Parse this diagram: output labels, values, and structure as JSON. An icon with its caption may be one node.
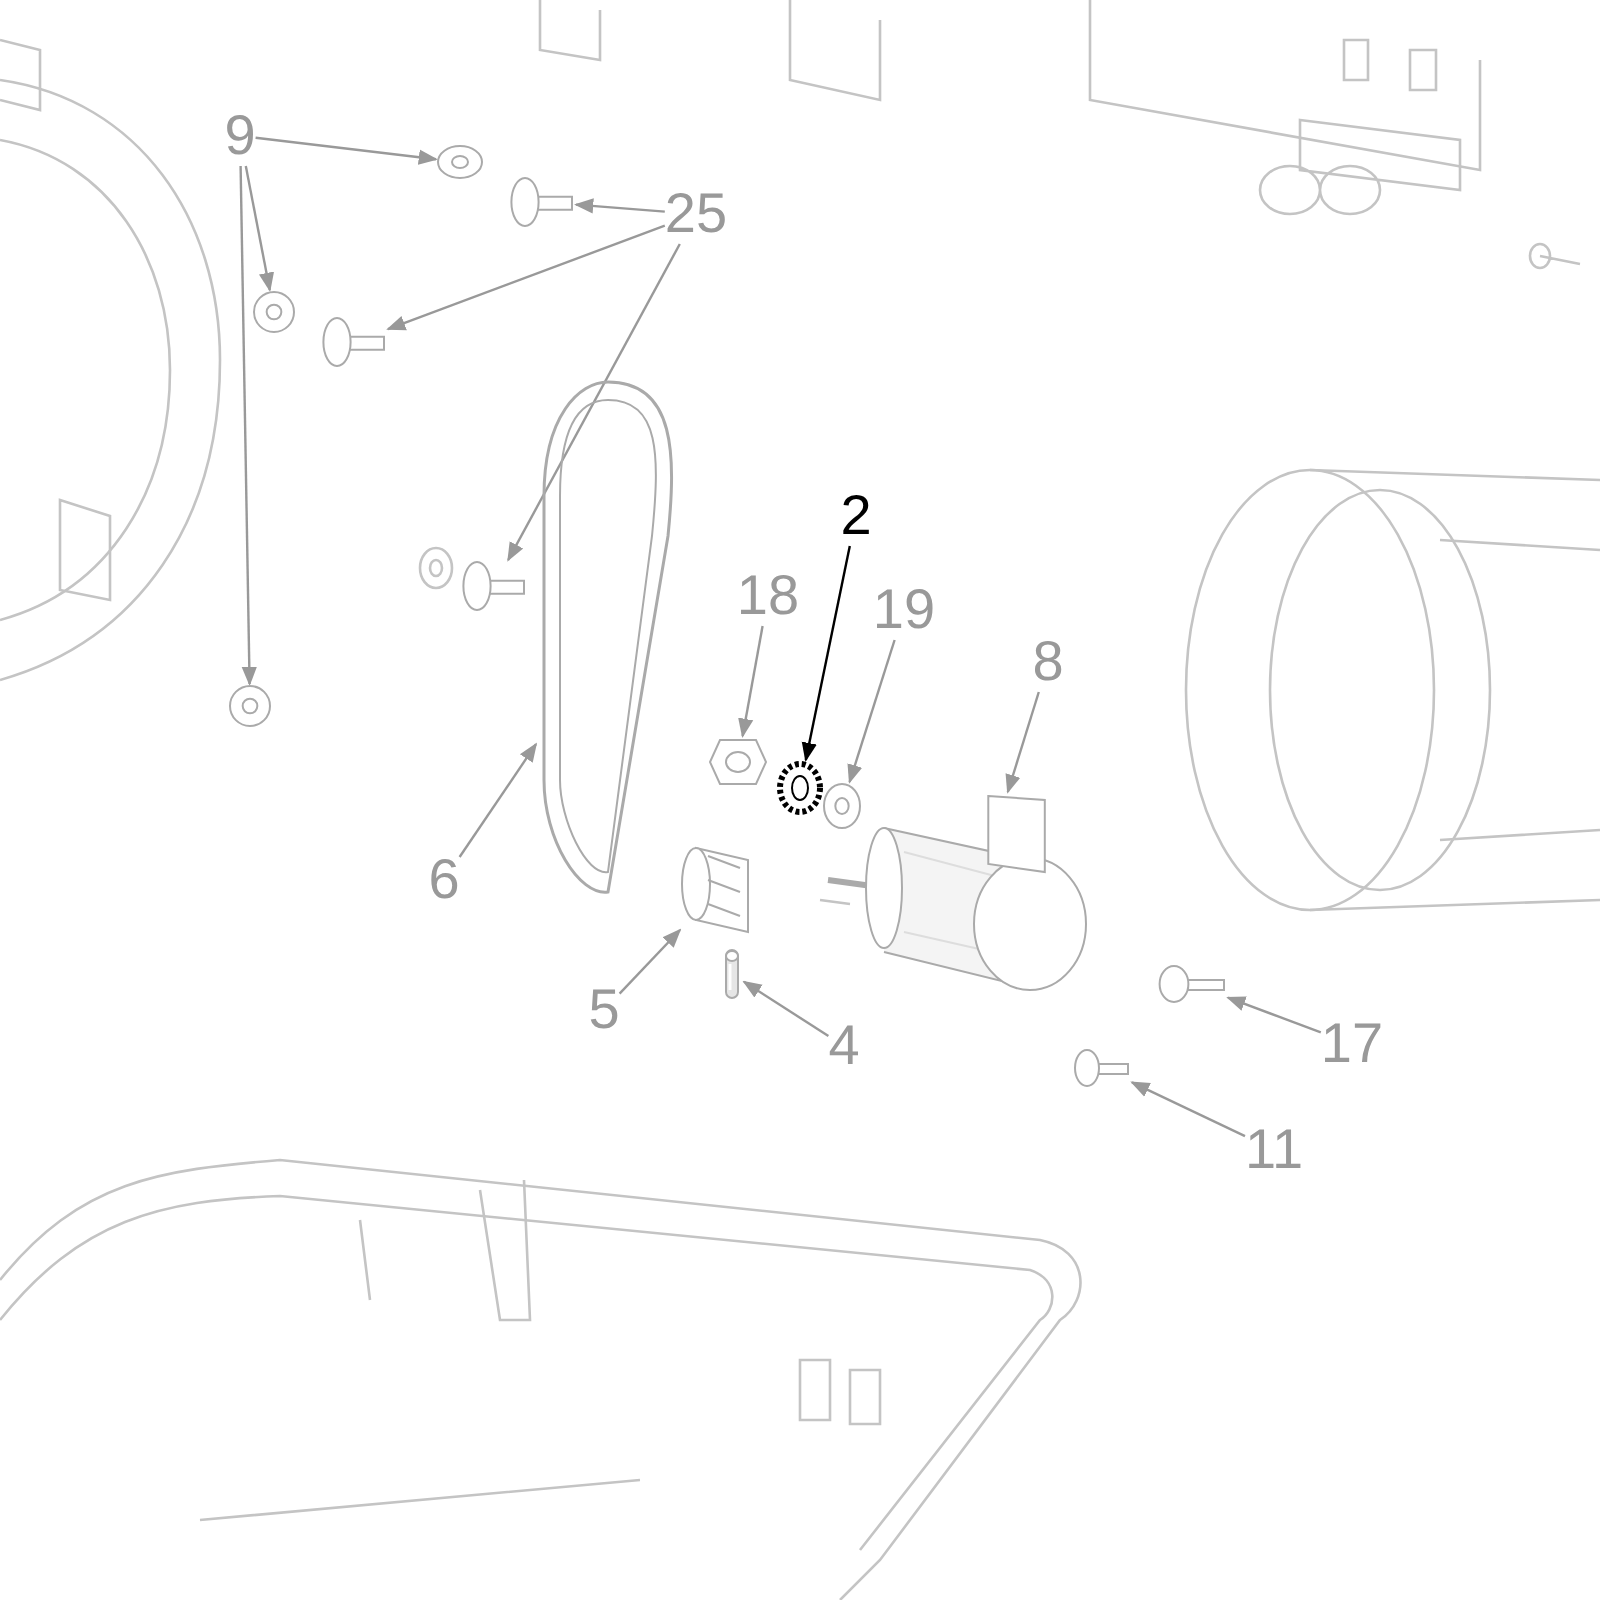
{
  "diagram": {
    "nodes": [
      {
        "text": [
          "9"
        ]
      },
      {
        "text": [
          "25"
        ]
      },
      {
        "text": [
          "2"
        ]
      },
      {
        "text": [
          "18"
        ]
      },
      {
        "text": [
          "19"
        ]
      },
      {
        "text": [
          "8"
        ]
      },
      {
        "text": [
          "6"
        ]
      },
      {
        "text": [
          "5"
        ]
      },
      {
        "text": [
          "4"
        ]
      },
      {
        "text": [
          "17"
        ]
      },
      {
        "text": [
          "11"
        ]
      },
      {
        "text": [],
        "shape": "picture"
      },
      {
        "text": [],
        "shape": "picture"
      },
      {
        "text": [],
        "shape": "picture"
      },
      {
        "text": [],
        "shape": "picture"
      },
      {
        "text": [],
        "shape": "picture"
      },
      {
        "text": [],
        "shape": "picture"
      },
      {
        "text": [],
        "shape": "picture"
      },
      {
        "text": [],
        "shape": "picture"
      },
      {
        "text": [],
        "shape": "picture"
      },
      {
        "text": [],
        "shape": "picture"
      },
      {
        "text": [],
        "shape": "picture"
      },
      {
        "text": [],
        "shape": "picture"
      },
      {
        "text": [],
        "shape": "picture"
      },
      {
        "text": [],
        "shape": "picture"
      },
      {
        "text": [],
        "shape": "picture"
      }
    ],
    "edges": [
      {
        "from": 0,
        "to": 11,
        "arrow": "to"
      },
      {
        "from": 0,
        "to": 13,
        "arrow": "to"
      },
      {
        "from": 0,
        "to": 17,
        "arrow": "to"
      },
      {
        "from": 1,
        "to": 12,
        "arrow": "to"
      },
      {
        "from": 1,
        "to": 14,
        "arrow": "to"
      },
      {
        "from": 1,
        "to": 16,
        "arrow": "to"
      },
      {
        "from": 2,
        "to": 19,
        "arrow": "to",
        "color": "#000000"
      },
      {
        "from": 3,
        "to": 18,
        "arrow": "to"
      },
      {
        "from": 4,
        "to": 20,
        "arrow": "to"
      },
      {
        "from": 5,
        "to": 21,
        "arrow": "to"
      },
      {
        "from": 6,
        "to": 15,
        "arrow": "to"
      },
      {
        "from": 7,
        "to": 22,
        "arrow": "to"
      },
      {
        "from": 8,
        "to": 23,
        "arrow": "to"
      },
      {
        "from": 9,
        "to": 24,
        "arrow": "to"
      },
      {
        "from": 10,
        "to": 25,
        "arrow": "to"
      }
    ]
  }
}
